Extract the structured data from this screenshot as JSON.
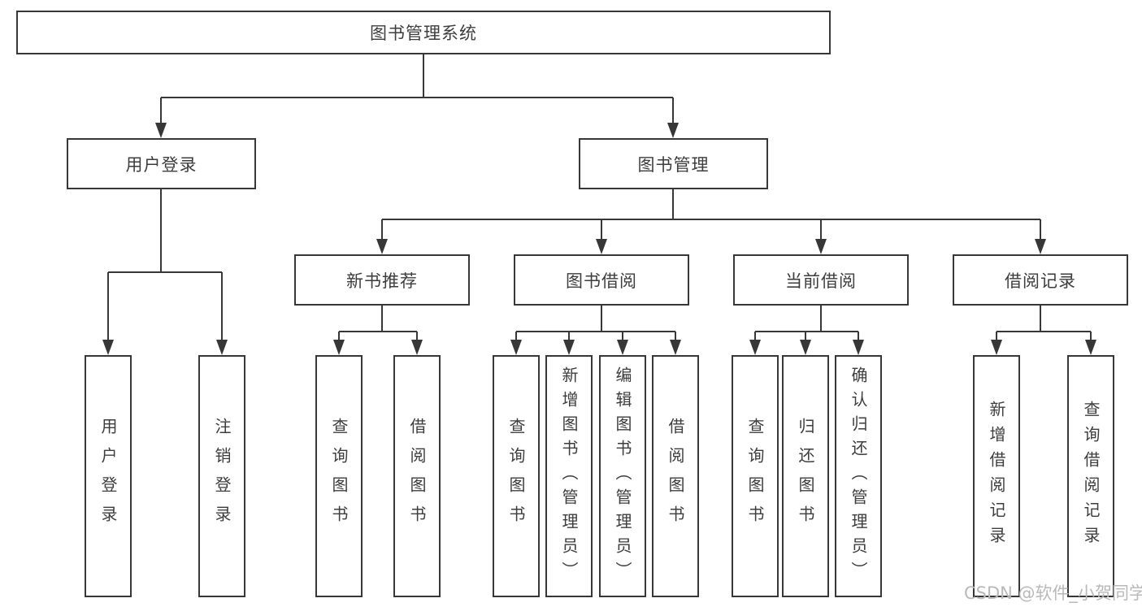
{
  "colors": {
    "line": "#373737",
    "text": "#3d3d3d",
    "box_bg": "#ffffff",
    "page_bg": "#ffffff",
    "watermark": "#b9b9b9"
  },
  "watermark": {
    "text": "CSDN @软件_小贺同学"
  },
  "tree": {
    "root": {
      "label": "图书管理系统"
    },
    "branches": [
      {
        "label": "用户登录",
        "children": [
          {
            "label": "用户登录"
          },
          {
            "label": "注销登录"
          }
        ]
      },
      {
        "label": "图书管理",
        "children": [
          {
            "label": "新书推荐",
            "children": [
              {
                "label": "查询图书"
              },
              {
                "label": "借阅图书"
              }
            ]
          },
          {
            "label": "图书借阅",
            "children": [
              {
                "label": "查询图书"
              },
              {
                "label": "新增图书（管理员）"
              },
              {
                "label": "编辑图书（管理员）"
              },
              {
                "label": "借阅图书"
              }
            ]
          },
          {
            "label": "当前借阅",
            "children": [
              {
                "label": "查询图书"
              },
              {
                "label": "归还图书"
              },
              {
                "label": "确认归还（管理员）"
              }
            ]
          },
          {
            "label": "借阅记录",
            "children": [
              {
                "label": "新增借阅记录"
              },
              {
                "label": "查询借阅记录"
              }
            ]
          }
        ]
      }
    ]
  }
}
